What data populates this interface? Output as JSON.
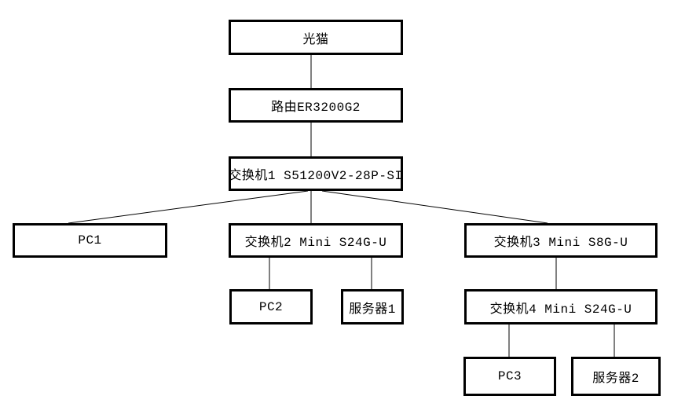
{
  "diagram": {
    "type": "network-topology-tree",
    "background": "#ffffff",
    "line_color": "#000000",
    "box_border_color": "#000000",
    "box_fill_color": "#ffffff",
    "text_color": "#000000",
    "nodes": [
      {
        "id": "modem",
        "label": "光猫"
      },
      {
        "id": "router",
        "label": "路由ER3200G2"
      },
      {
        "id": "switch1",
        "label": "交换机1 S51200V2-28P-SI"
      },
      {
        "id": "pc1",
        "label": "PC1"
      },
      {
        "id": "switch2",
        "label": "交换机2 Mini S24G-U"
      },
      {
        "id": "switch3",
        "label": "交换机3 Mini S8G-U"
      },
      {
        "id": "pc2",
        "label": "PC2"
      },
      {
        "id": "server1",
        "label": "服务器1"
      },
      {
        "id": "switch4",
        "label": "交换机4 Mini S24G-U"
      },
      {
        "id": "pc3",
        "label": "PC3"
      },
      {
        "id": "server2",
        "label": "服务器2"
      }
    ],
    "edges": [
      {
        "from": "modem",
        "to": "router"
      },
      {
        "from": "router",
        "to": "switch1"
      },
      {
        "from": "switch1",
        "to": "pc1"
      },
      {
        "from": "switch1",
        "to": "switch2"
      },
      {
        "from": "switch1",
        "to": "switch3"
      },
      {
        "from": "switch2",
        "to": "pc2"
      },
      {
        "from": "switch2",
        "to": "server1"
      },
      {
        "from": "switch3",
        "to": "switch4"
      },
      {
        "from": "switch4",
        "to": "pc3"
      },
      {
        "from": "switch4",
        "to": "server2"
      }
    ]
  }
}
